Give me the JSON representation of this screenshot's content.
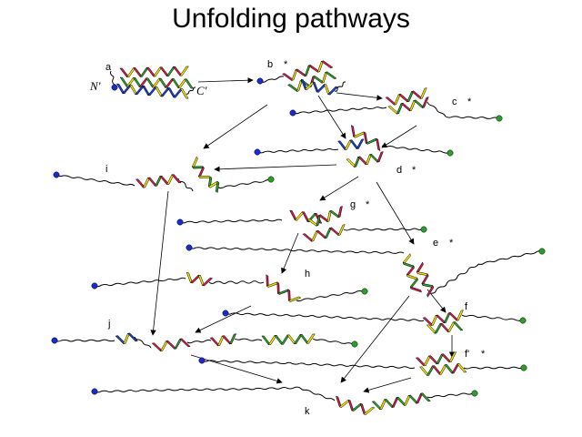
{
  "title": "Unfolding pathways",
  "terminus_labels": {
    "n": "N'",
    "c": "C'"
  },
  "states": [
    {
      "id": "a",
      "label": "a",
      "star": ""
    },
    {
      "id": "b",
      "label": "b",
      "star": "*"
    },
    {
      "id": "c",
      "label": "c",
      "star": "*"
    },
    {
      "id": "d",
      "label": "d",
      "star": "*"
    },
    {
      "id": "e",
      "label": "e",
      "star": "*"
    },
    {
      "id": "f",
      "label": "f",
      "star": ""
    },
    {
      "id": "fp",
      "label": "f'",
      "star": "*"
    },
    {
      "id": "g",
      "label": "g",
      "star": "*"
    },
    {
      "id": "h",
      "label": "h",
      "star": ""
    },
    {
      "id": "i",
      "label": "i",
      "star": ""
    },
    {
      "id": "j",
      "label": "j",
      "star": ""
    },
    {
      "id": "k",
      "label": "k",
      "star": ""
    }
  ],
  "colors": {
    "helix_red": "#d01c4a",
    "helix_yellow": "#f2e000",
    "helix_green": "#2aa02a",
    "helix_blue": "#1a3fd0",
    "n_terminus": "#1a2bd0",
    "c_terminus": "#2aa02a"
  },
  "pathways": [
    [
      "a",
      "b"
    ],
    [
      "b",
      "c"
    ],
    [
      "b",
      "d"
    ],
    [
      "b",
      "i"
    ],
    [
      "c",
      "d"
    ],
    [
      "d",
      "i"
    ],
    [
      "d",
      "g"
    ],
    [
      "d",
      "e"
    ],
    [
      "g",
      "h"
    ],
    [
      "e",
      "f"
    ],
    [
      "e",
      "k"
    ],
    [
      "f",
      "fp"
    ],
    [
      "fp",
      "k"
    ],
    [
      "i",
      "j"
    ],
    [
      "h",
      "j"
    ],
    [
      "j",
      "k"
    ]
  ]
}
